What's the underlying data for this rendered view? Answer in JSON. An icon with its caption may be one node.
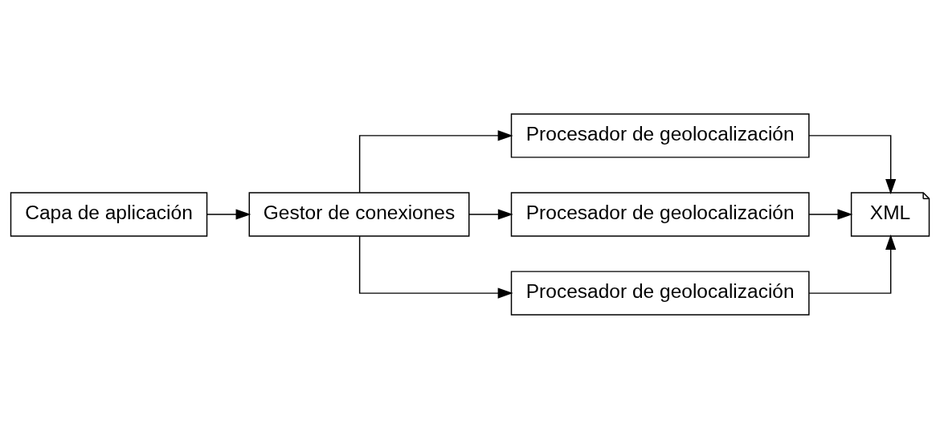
{
  "diagram": {
    "nodes": [
      {
        "text": [
          "Capa de aplicación"
        ]
      },
      {
        "text": [
          "Gestor de conexiones"
        ]
      },
      {
        "text": [
          "Procesador de geolocalización"
        ]
      },
      {
        "text": [
          "Procesador de geolocalización"
        ]
      },
      {
        "text": [
          "Procesador de geolocalización"
        ]
      },
      {
        "text": [
          "XML"
        ]
      }
    ],
    "edges": [
      {
        "from": 0,
        "to": 1,
        "arrow": "to"
      },
      {
        "from": 1,
        "to": 2,
        "arrow": "to"
      },
      {
        "from": 1,
        "to": 3,
        "arrow": "to"
      },
      {
        "from": 1,
        "to": 4,
        "arrow": "to"
      },
      {
        "from": 2,
        "to": 5,
        "arrow": "to"
      },
      {
        "from": 3,
        "to": 5,
        "arrow": "to"
      },
      {
        "from": 4,
        "to": 5,
        "arrow": "to"
      }
    ]
  }
}
